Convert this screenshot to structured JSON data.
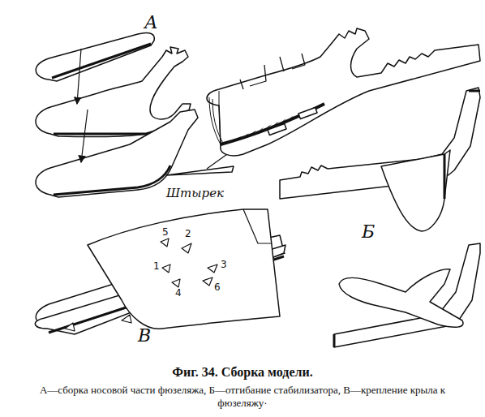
{
  "diagram": {
    "caption": "Фиг. 34. Сборка модели.",
    "labels": [
      "А",
      "Штырек",
      "Б",
      "5",
      "2",
      "1",
      "3",
      "4",
      "6",
      "В",
      "А—сборка носовой части фюзеляжа, Б—отгибание стабилизатора, В—крепление крыла к фюзеляжу·"
    ]
  }
}
